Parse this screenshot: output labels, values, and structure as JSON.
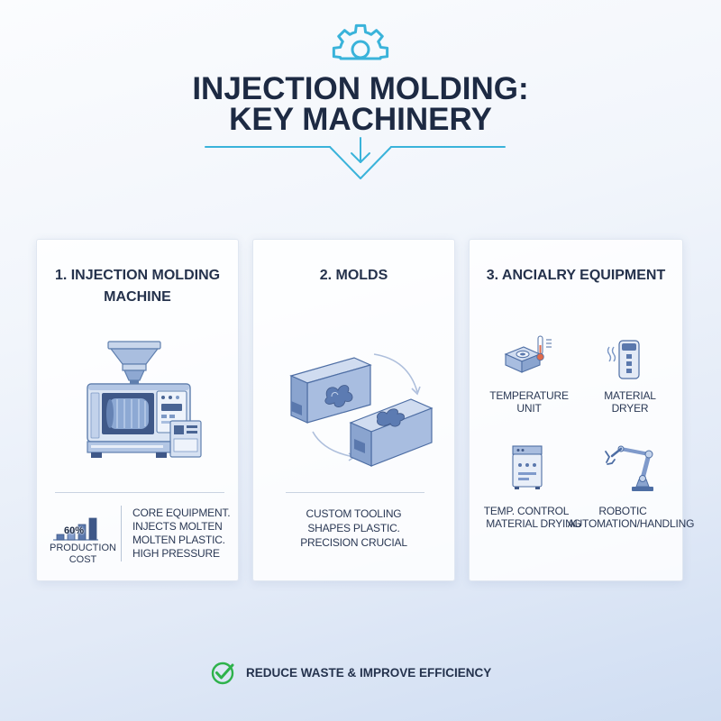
{
  "header": {
    "icon": "gear-icon",
    "title_line1": "INJECTION MOLDING:",
    "title_line2": "KEY MACHINERY",
    "divider_icon": "down-arrow-icon"
  },
  "cards": [
    {
      "title_lines": [
        "1. INJECTION MOLDING",
        "MACHINE"
      ],
      "illustration": "injection-molding-machine-icon",
      "stat": {
        "icon": "bar-chart-icon",
        "value": "60%",
        "label_lines": [
          "PRODUCTION",
          "COST"
        ]
      },
      "description_lines": [
        "CORE EQUIPMENT.",
        "INJECTS MOLTEN",
        "MOLTEN PLASTIC.",
        "HIGH PRESSURE"
      ]
    },
    {
      "title_lines": [
        "2. MOLDS"
      ],
      "illustration": "mold-halves-icon",
      "description_lines": [
        "CUSTOM TOOLING",
        "SHAPES PLASTIC.",
        "PRECISION CRUCIAL"
      ]
    },
    {
      "title_lines": [
        "3. ANCIALRY EQUIPMENT"
      ],
      "items": [
        {
          "icon": "temperature-unit-icon",
          "label_lines": [
            "TEMPERATURE",
            "UNIT"
          ]
        },
        {
          "icon": "material-dryer-icon",
          "label_lines": [
            "MATERIAL",
            "DRYER"
          ]
        },
        {
          "icon": "temp-control-icon",
          "label_lines": [
            "TEMP. CONTROL",
            "MATERIAL DRYING"
          ]
        },
        {
          "icon": "robotic-arm-icon",
          "label_lines": [
            "ROBOTIC",
            "AUTOMATION/HANDLING"
          ]
        }
      ]
    }
  ],
  "footer": {
    "icon": "checkmark-circle-icon",
    "text": "REDUCE WASTE & IMPROVE EFFICIENCY"
  },
  "colors": {
    "title": "#1d2a43",
    "accent": "#3ab3da",
    "check": "#2eb24b",
    "text": "#2a3854"
  }
}
